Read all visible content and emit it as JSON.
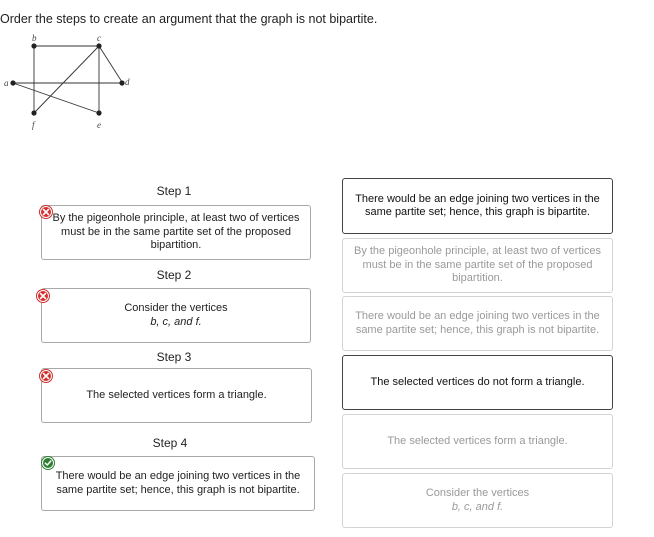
{
  "prompt": "Order the steps to create an argument that the graph is not bipartite.",
  "graph": {
    "vertices": [
      "a",
      "b",
      "c",
      "d",
      "e",
      "f"
    ]
  },
  "steps": [
    {
      "label": "Step 1",
      "text": "By the pigeonhole principle, at least two of vertices must be in the same partite set of the proposed bipartition.",
      "status": "wrong"
    },
    {
      "label": "Step 2",
      "text_line1": "Consider the vertices",
      "text_line2": "b, c, and f.",
      "status": "wrong"
    },
    {
      "label": "Step 3",
      "text": "The selected vertices form a triangle.",
      "status": "wrong"
    },
    {
      "label": "Step 4",
      "text": "There would be an edge joining two vertices in the same partite set; hence, this graph is not bipartite.",
      "status": "correct"
    }
  ],
  "options": [
    {
      "text": "There would be an edge joining two vertices in the same partite set; hence, this graph is bipartite.",
      "state": "active"
    },
    {
      "text": "By the pigeonhole principle, at least two of vertices must be in the same partite set of the proposed bipartition.",
      "state": "used"
    },
    {
      "text": "There would be an edge joining two vertices in the same partite set; hence, this graph is not bipartite.",
      "state": "used"
    },
    {
      "text": "The selected vertices do not form a triangle.",
      "state": "active"
    },
    {
      "text": "The selected vertices form a triangle.",
      "state": "used"
    },
    {
      "text_line1": "Consider the vertices",
      "text_line2": "b, c, and f.",
      "state": "used"
    }
  ],
  "colors": {
    "wrong": "#d32f2f",
    "correct": "#2e7d32",
    "border": "#a9a9a9"
  },
  "icons": {
    "wrong": "x-circle-icon",
    "correct": "check-circle-icon"
  }
}
